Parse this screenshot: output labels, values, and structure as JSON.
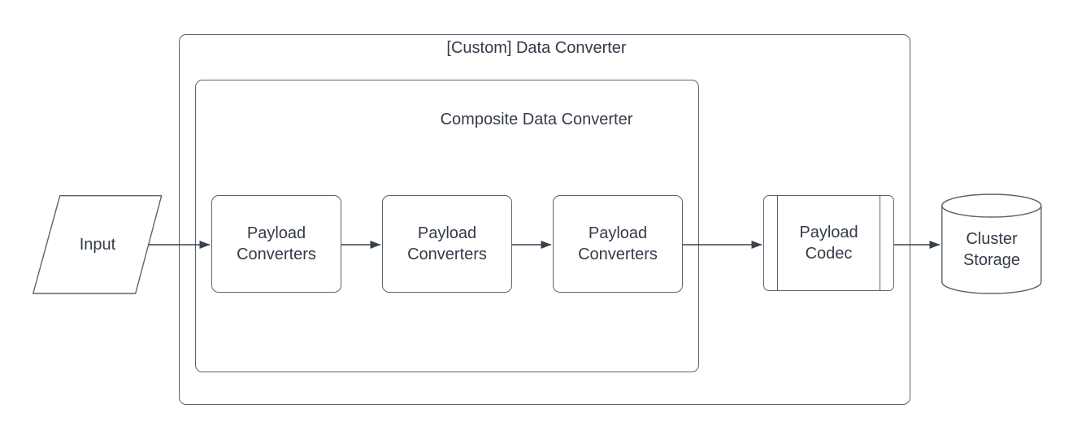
{
  "diagram_type": "flowchart",
  "colors": {
    "stroke": "#5a6270",
    "arrow": "#39414e",
    "text": "#343b48",
    "shape_fill": "#ffffff",
    "background": "#ffffff"
  },
  "outer": {
    "title": "[Custom] Data Converter"
  },
  "composite": {
    "title": "Composite Data Converter"
  },
  "nodes": {
    "input": {
      "label": "Input",
      "shape": "parallelogram"
    },
    "pc1": {
      "label": "Payload Converters",
      "shape": "rounded-rect"
    },
    "pc2": {
      "label": "Payload Converters",
      "shape": "rounded-rect"
    },
    "pc3": {
      "label": "Payload Converters",
      "shape": "rounded-rect"
    },
    "codec": {
      "label": "Payload Codec",
      "shape": "predefined-process"
    },
    "storage": {
      "label": "Cluster Storage",
      "shape": "cylinder"
    }
  },
  "edges": [
    {
      "from": "input",
      "to": "pc1"
    },
    {
      "from": "pc1",
      "to": "pc2"
    },
    {
      "from": "pc2",
      "to": "pc3"
    },
    {
      "from": "pc3",
      "to": "codec"
    },
    {
      "from": "codec",
      "to": "storage"
    }
  ]
}
